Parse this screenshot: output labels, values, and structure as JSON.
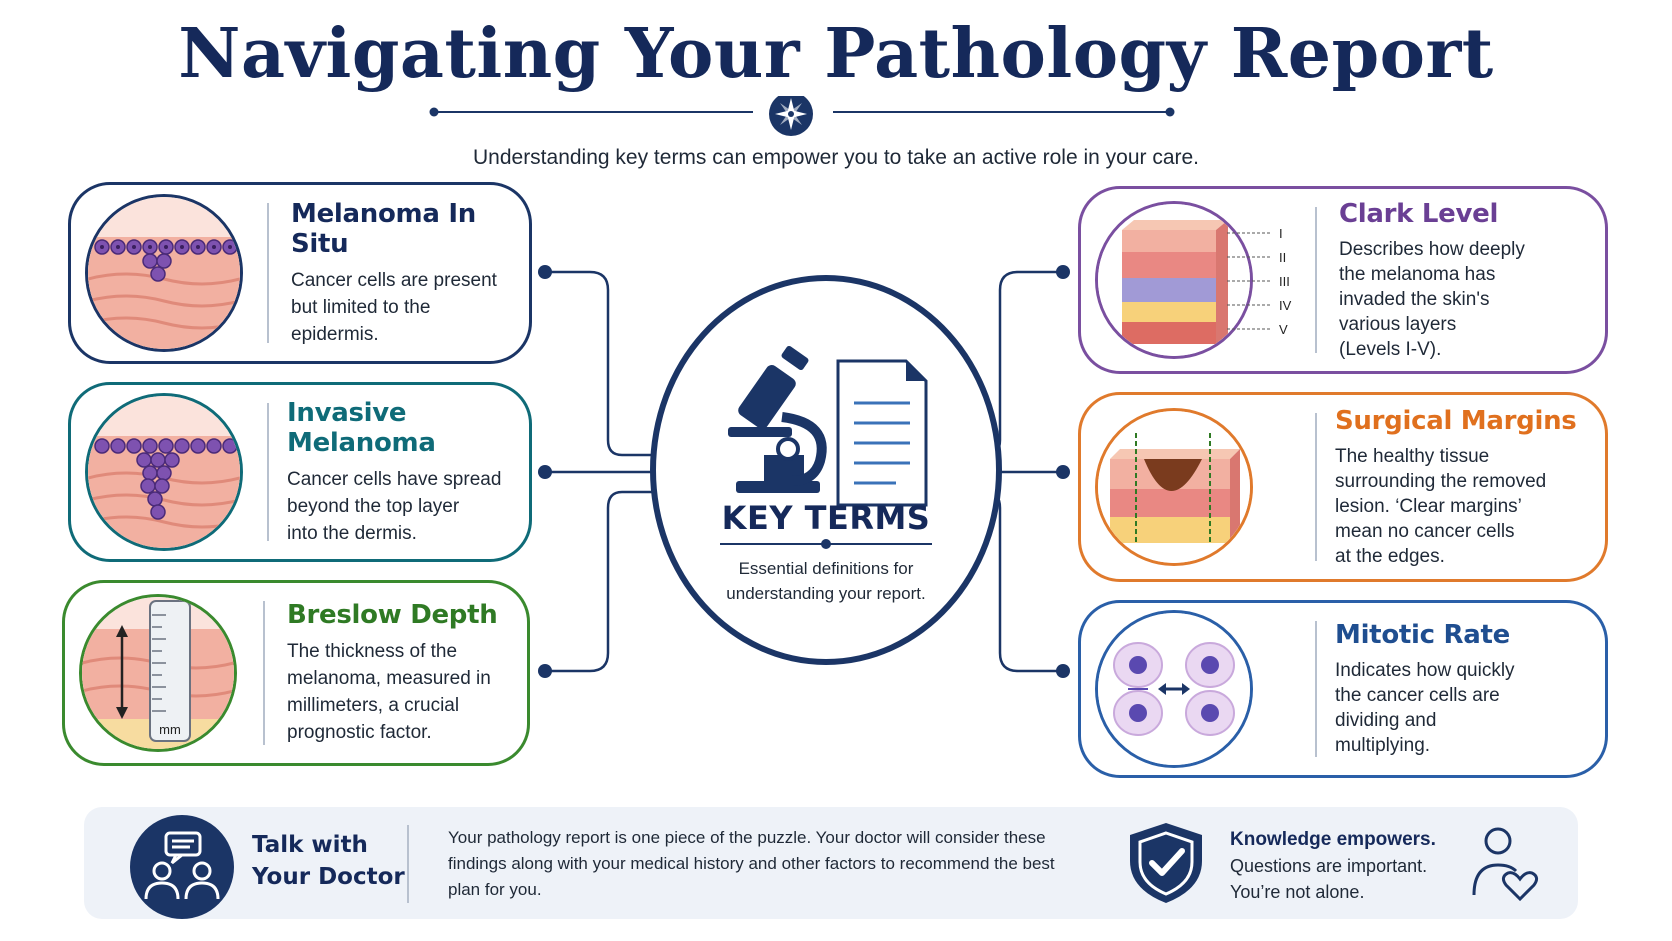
{
  "header": {
    "title": "Navigating Your Pathology Report",
    "subtitle": "Understanding key terms can empower you to take an active role in your care."
  },
  "hub": {
    "title": "KEY TERMS",
    "description": "Essential definitions for\nunderstanding your report."
  },
  "terms": {
    "melanoma_in_situ": {
      "title": "Melanoma In Situ",
      "description": "Cancer cells are present\nbut limited to the\nepidermis."
    },
    "invasive_melanoma": {
      "title": "Invasive Melanoma",
      "description": "Cancer cells have spread\nbeyond the top layer\ninto the dermis."
    },
    "breslow_depth": {
      "title": "Breslow Depth",
      "description": "The thickness of the\nmelanoma, measured in\nmillimeters, a crucial\nprognostic factor.",
      "ruler_unit": "mm"
    },
    "clark_level": {
      "title": "Clark Level",
      "description": "Describes how deeply\nthe melanoma has\ninvaded the skin's\nvarious layers\n(Levels I-V).",
      "levels": [
        "I",
        "II",
        "III",
        "IV",
        "V"
      ]
    },
    "surgical_margins": {
      "title": "Surgical Margins",
      "description": "The healthy tissue\nsurrounding the removed\nlesion. ‘Clear margins’\nmean no cancer cells\nat the edges."
    },
    "mitotic_rate": {
      "title": "Mitotic Rate",
      "description": "Indicates how quickly\nthe cancer cells are\ndividing and\nmultiplying."
    }
  },
  "footer": {
    "talk_title": "Talk with\nYour Doctor",
    "body": "Your pathology report is one piece of the puzzle. Your doctor will consider these findings along with your medical history and other factors to recommend the best plan for you.",
    "knowledge_title": "Knowledge empowers.",
    "knowledge_line1": "Questions are important.",
    "knowledge_line2": "You’re not alone."
  },
  "colors": {
    "navy": "#15295a",
    "in_situ": "#1b3566",
    "invasive": "#0f6b78",
    "breslow": "#3a8a2e",
    "clark": "#7a4fa0",
    "margins": "#e07a2c",
    "mitotic": "#2a5fa8",
    "skin": "#f3b3a6",
    "cell": "#6a3f9c"
  }
}
